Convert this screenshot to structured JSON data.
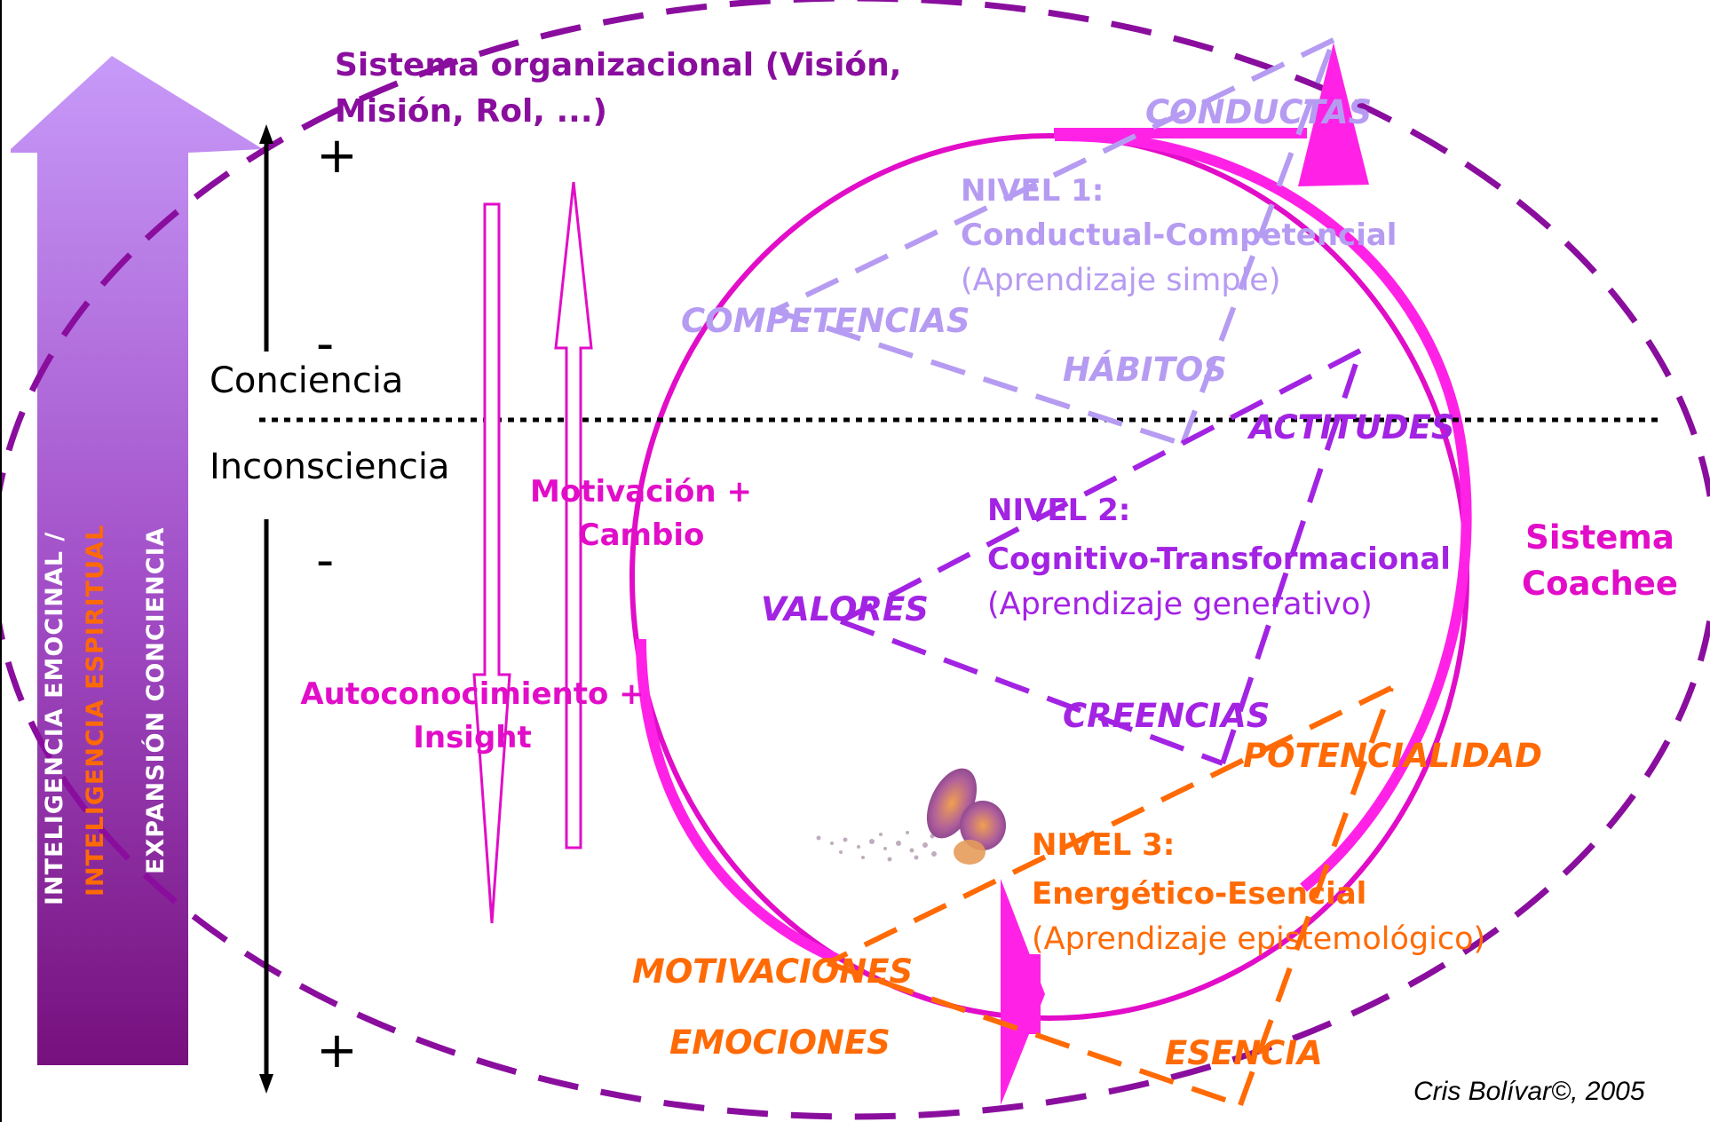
{
  "vertical_axis": {
    "line1a": "INTELIGENCIA EMOCINAL /",
    "line1b": "INTELIGENCIA ESPIRITUAL",
    "line2": "EXPANSIÓN CONCIENCIA"
  },
  "scale": {
    "plus_top": "+",
    "minus_upper": "-",
    "conciencia": "Conciencia",
    "inconsciencia": "Inconsciencia",
    "minus_lower": "-",
    "plus_bottom": "+"
  },
  "org_system": "Sistema organizacional (Visión,\nMisión, Rol, ...)",
  "motivacion": "Motivación +\nCambio",
  "autoconocimiento": "Autoconocimiento +\nInsight",
  "nivel1": {
    "title": "NIVEL 1:",
    "subtitle": "Conductual-Competencial",
    "learning": "(Aprendizaje simple)",
    "conductas": "CONDUCTAS",
    "competencias": "COMPETENCIAS",
    "habitos": "HÁBITOS"
  },
  "nivel2": {
    "title": "NIVEL 2:",
    "subtitle": "Cognitivo-Transformacional",
    "learning": "(Aprendizaje generativo)",
    "actitudes": "ACTITUDES",
    "valores": "VALORES",
    "creencias": "CREENCIAS"
  },
  "nivel3": {
    "title": "NIVEL 3:",
    "subtitle": "Energético-Esencial",
    "learning": "(Aprendizaje epistemológico)",
    "potencialidad": "POTENCIALIDAD",
    "motivaciones": "MOTIVACIONES",
    "emociones": "EMOCIONES",
    "esencia": "ESENCIA"
  },
  "coachee_system": "Sistema\nCoachee",
  "credit": "Cris Bolívar©, 2005",
  "colors": {
    "purple": "#8a0e9e",
    "lilac": "#b69bf2",
    "violet": "#a323e3",
    "magenta": "#e20dc8",
    "orange": "#ff6a05"
  },
  "icons": [
    "butterfly-icon"
  ]
}
